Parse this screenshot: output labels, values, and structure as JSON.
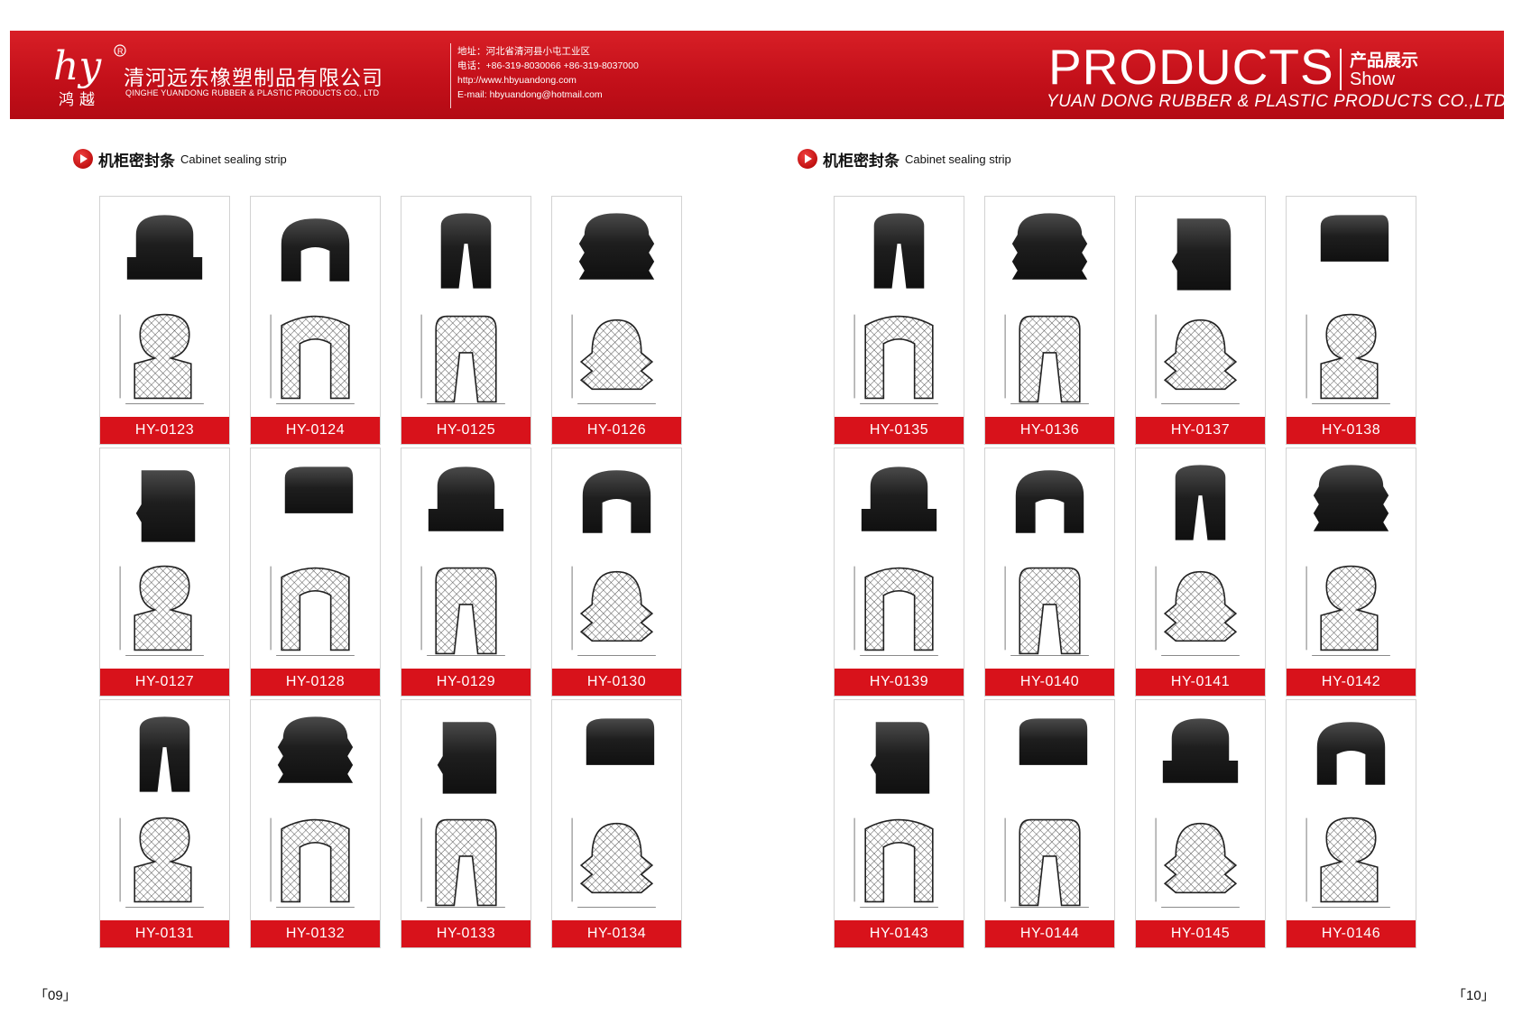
{
  "header": {
    "company_cn": "清河远东橡塑制品有限公司",
    "company_en": "QINGHE YUANDONG RUBBER & PLASTIC PRODUCTS CO., LTD",
    "logo_letters": "hy",
    "logo_cn": "鸿越",
    "contact": {
      "address_label": "地址：",
      "address": "河北省清河县小屯工业区",
      "phone_label": "电话：",
      "phone": "+86-319-8030066  +86-319-8037000",
      "website": "http://www.hbyuandong.com",
      "email": "E-mail: hbyuandong@hotmail.com"
    },
    "products_word": "PRODUCTS",
    "products_cn": "产品展示",
    "products_show": "Show",
    "company_en_right": "YUAN DONG RUBBER & PLASTIC PRODUCTS CO.,LTD"
  },
  "left_page": {
    "section_cn": "机柜密封条",
    "section_en": "Cabinet sealing strip",
    "page_number": "「09」",
    "cards": [
      {
        "code": "HY-0123"
      },
      {
        "code": "HY-0124"
      },
      {
        "code": "HY-0125"
      },
      {
        "code": "HY-0126"
      },
      {
        "code": "HY-0127"
      },
      {
        "code": "HY-0128"
      },
      {
        "code": "HY-0129"
      },
      {
        "code": "HY-0130"
      },
      {
        "code": "HY-0131"
      },
      {
        "code": "HY-0132"
      },
      {
        "code": "HY-0133"
      },
      {
        "code": "HY-0134"
      }
    ]
  },
  "right_page": {
    "section_cn": "机柜密封条",
    "section_en": "Cabinet sealing strip",
    "page_number": "「10」",
    "cards": [
      {
        "code": "HY-0135"
      },
      {
        "code": "HY-0136"
      },
      {
        "code": "HY-0137"
      },
      {
        "code": "HY-0138"
      },
      {
        "code": "HY-0139"
      },
      {
        "code": "HY-0140"
      },
      {
        "code": "HY-0141"
      },
      {
        "code": "HY-0142"
      },
      {
        "code": "HY-0143"
      },
      {
        "code": "HY-0144"
      },
      {
        "code": "HY-0145"
      },
      {
        "code": "HY-0146"
      }
    ]
  },
  "colors": {
    "brand_red": "#d8121b",
    "profile_black": "#1c1c1c",
    "crosshatch": "#555555"
  },
  "icons": {
    "section_bullet": "red-circle-arrow-icon",
    "logo": "hy-script-logo-icon",
    "product_photo": "rubber-profile-photo-icon",
    "technical_drawing": "cross-section-drawing-icon"
  }
}
